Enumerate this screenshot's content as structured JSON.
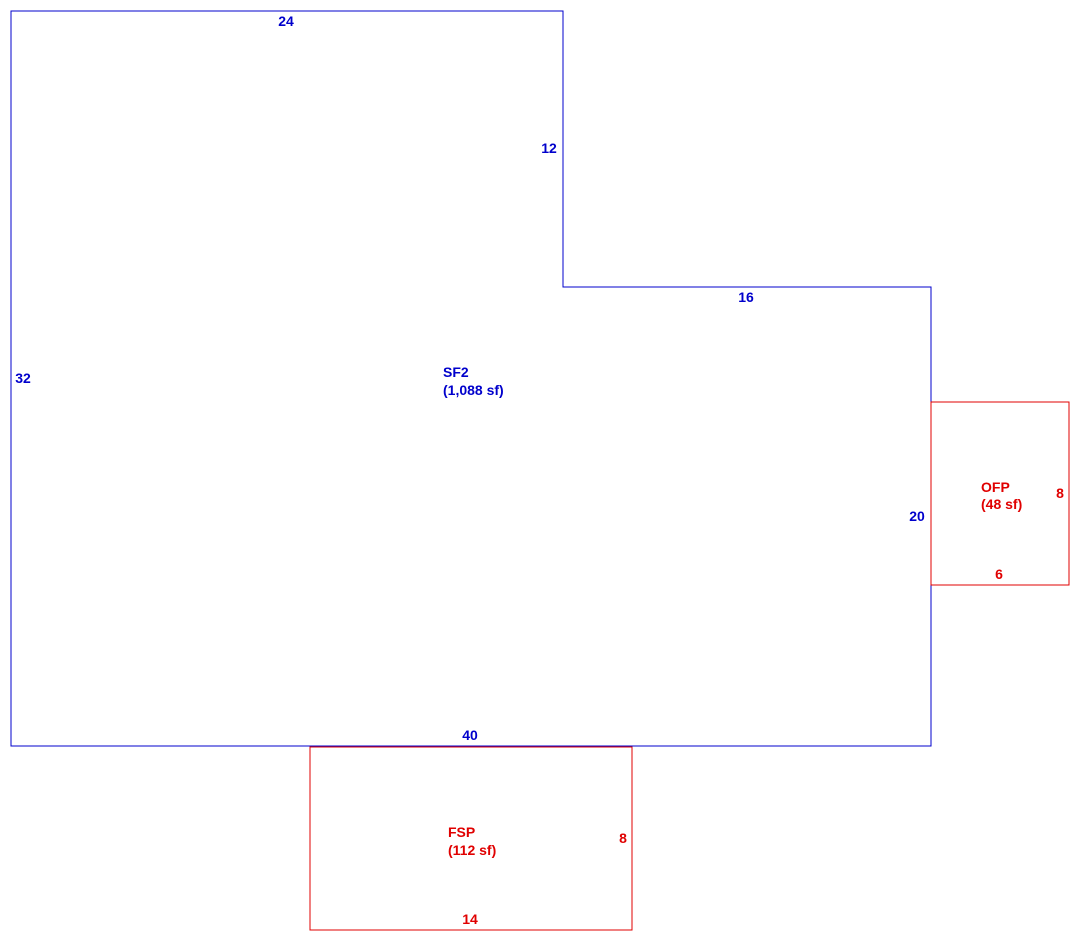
{
  "colors": {
    "main_area": "#0000cc",
    "porch_area": "#e00000",
    "background": "#ffffff"
  },
  "areas": {
    "main": {
      "code": "SF2",
      "area": "(1,088 sf)",
      "dims": {
        "top": "24",
        "step_vertical": "12",
        "step_horizontal": "16",
        "left": "32",
        "right": "20",
        "bottom": "40"
      }
    },
    "open_porch": {
      "code": "OFP",
      "area": "(48 sf)",
      "dims": {
        "right": "8",
        "bottom": "6"
      }
    },
    "screen_porch": {
      "code": "FSP",
      "area": "(112 sf)",
      "dims": {
        "right": "8",
        "bottom": "14"
      }
    }
  }
}
